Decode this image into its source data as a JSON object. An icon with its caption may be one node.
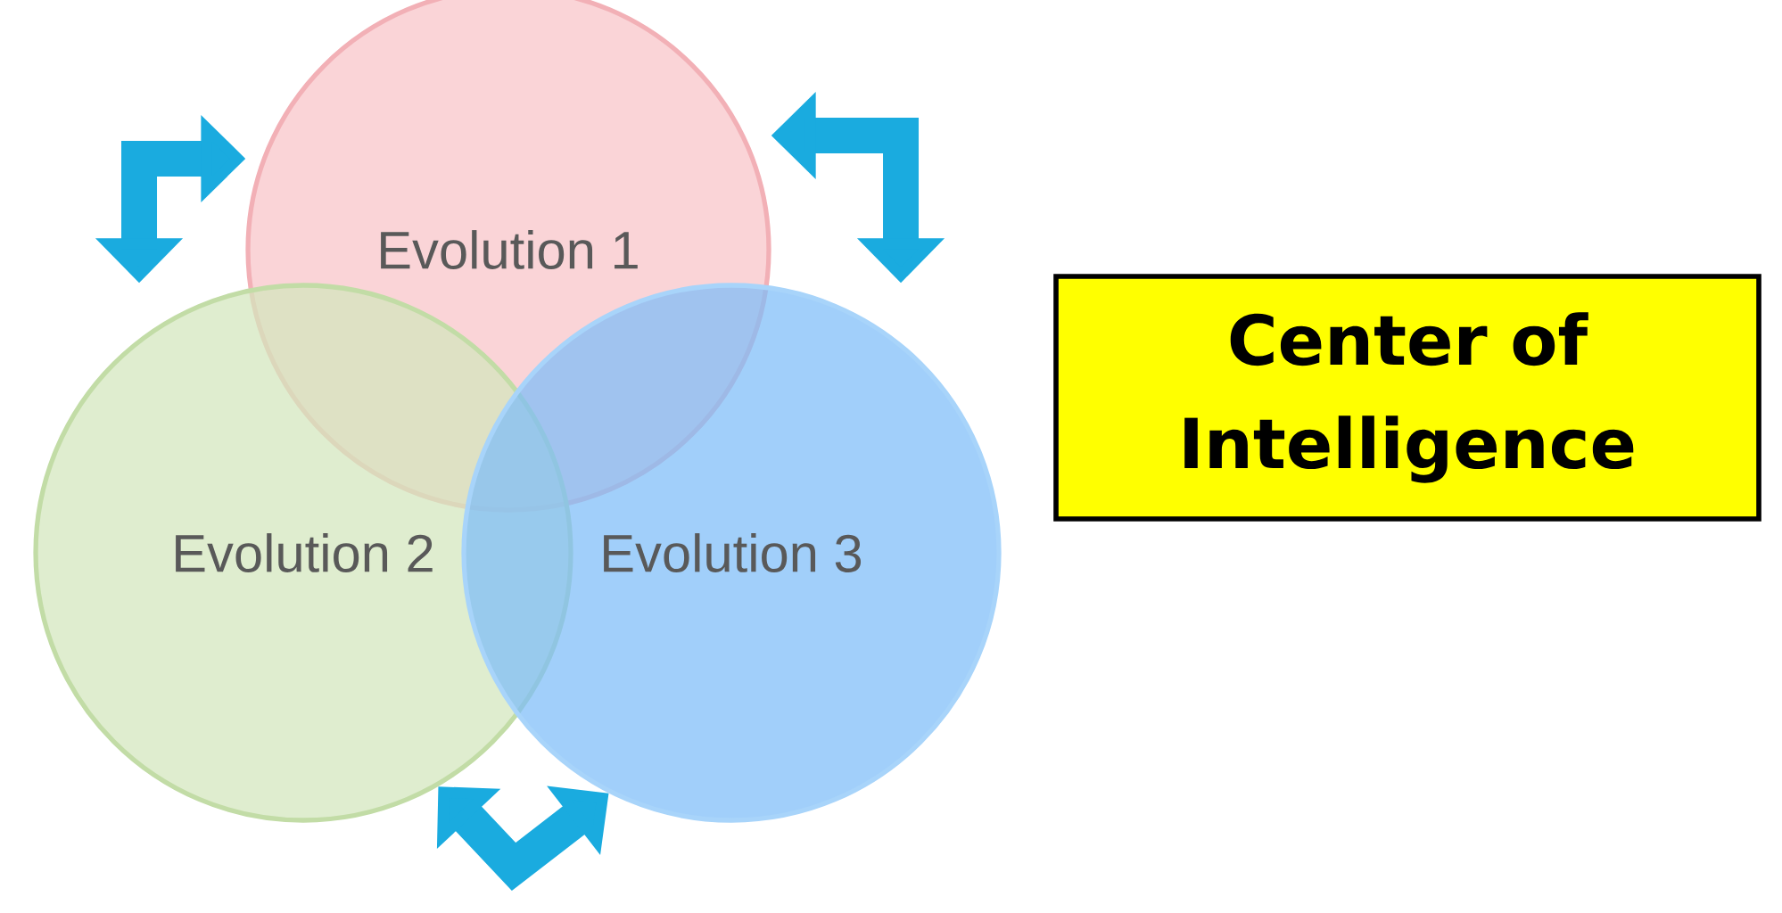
{
  "diagram": {
    "nodes": [
      {
        "text": [
          "Evolution 1"
        ]
      },
      {
        "text": [
          "Evolution 2"
        ]
      },
      {
        "text": [
          "Evolution 3"
        ]
      },
      {
        "text": [
          "Center of Intelligence"
        ]
      }
    ],
    "edges": [
      {
        "from": 0,
        "to": 1,
        "arrow": "both"
      },
      {
        "from": 0,
        "to": 2,
        "arrow": "both"
      },
      {
        "from": 1,
        "to": 2,
        "arrow": "both"
      }
    ]
  }
}
